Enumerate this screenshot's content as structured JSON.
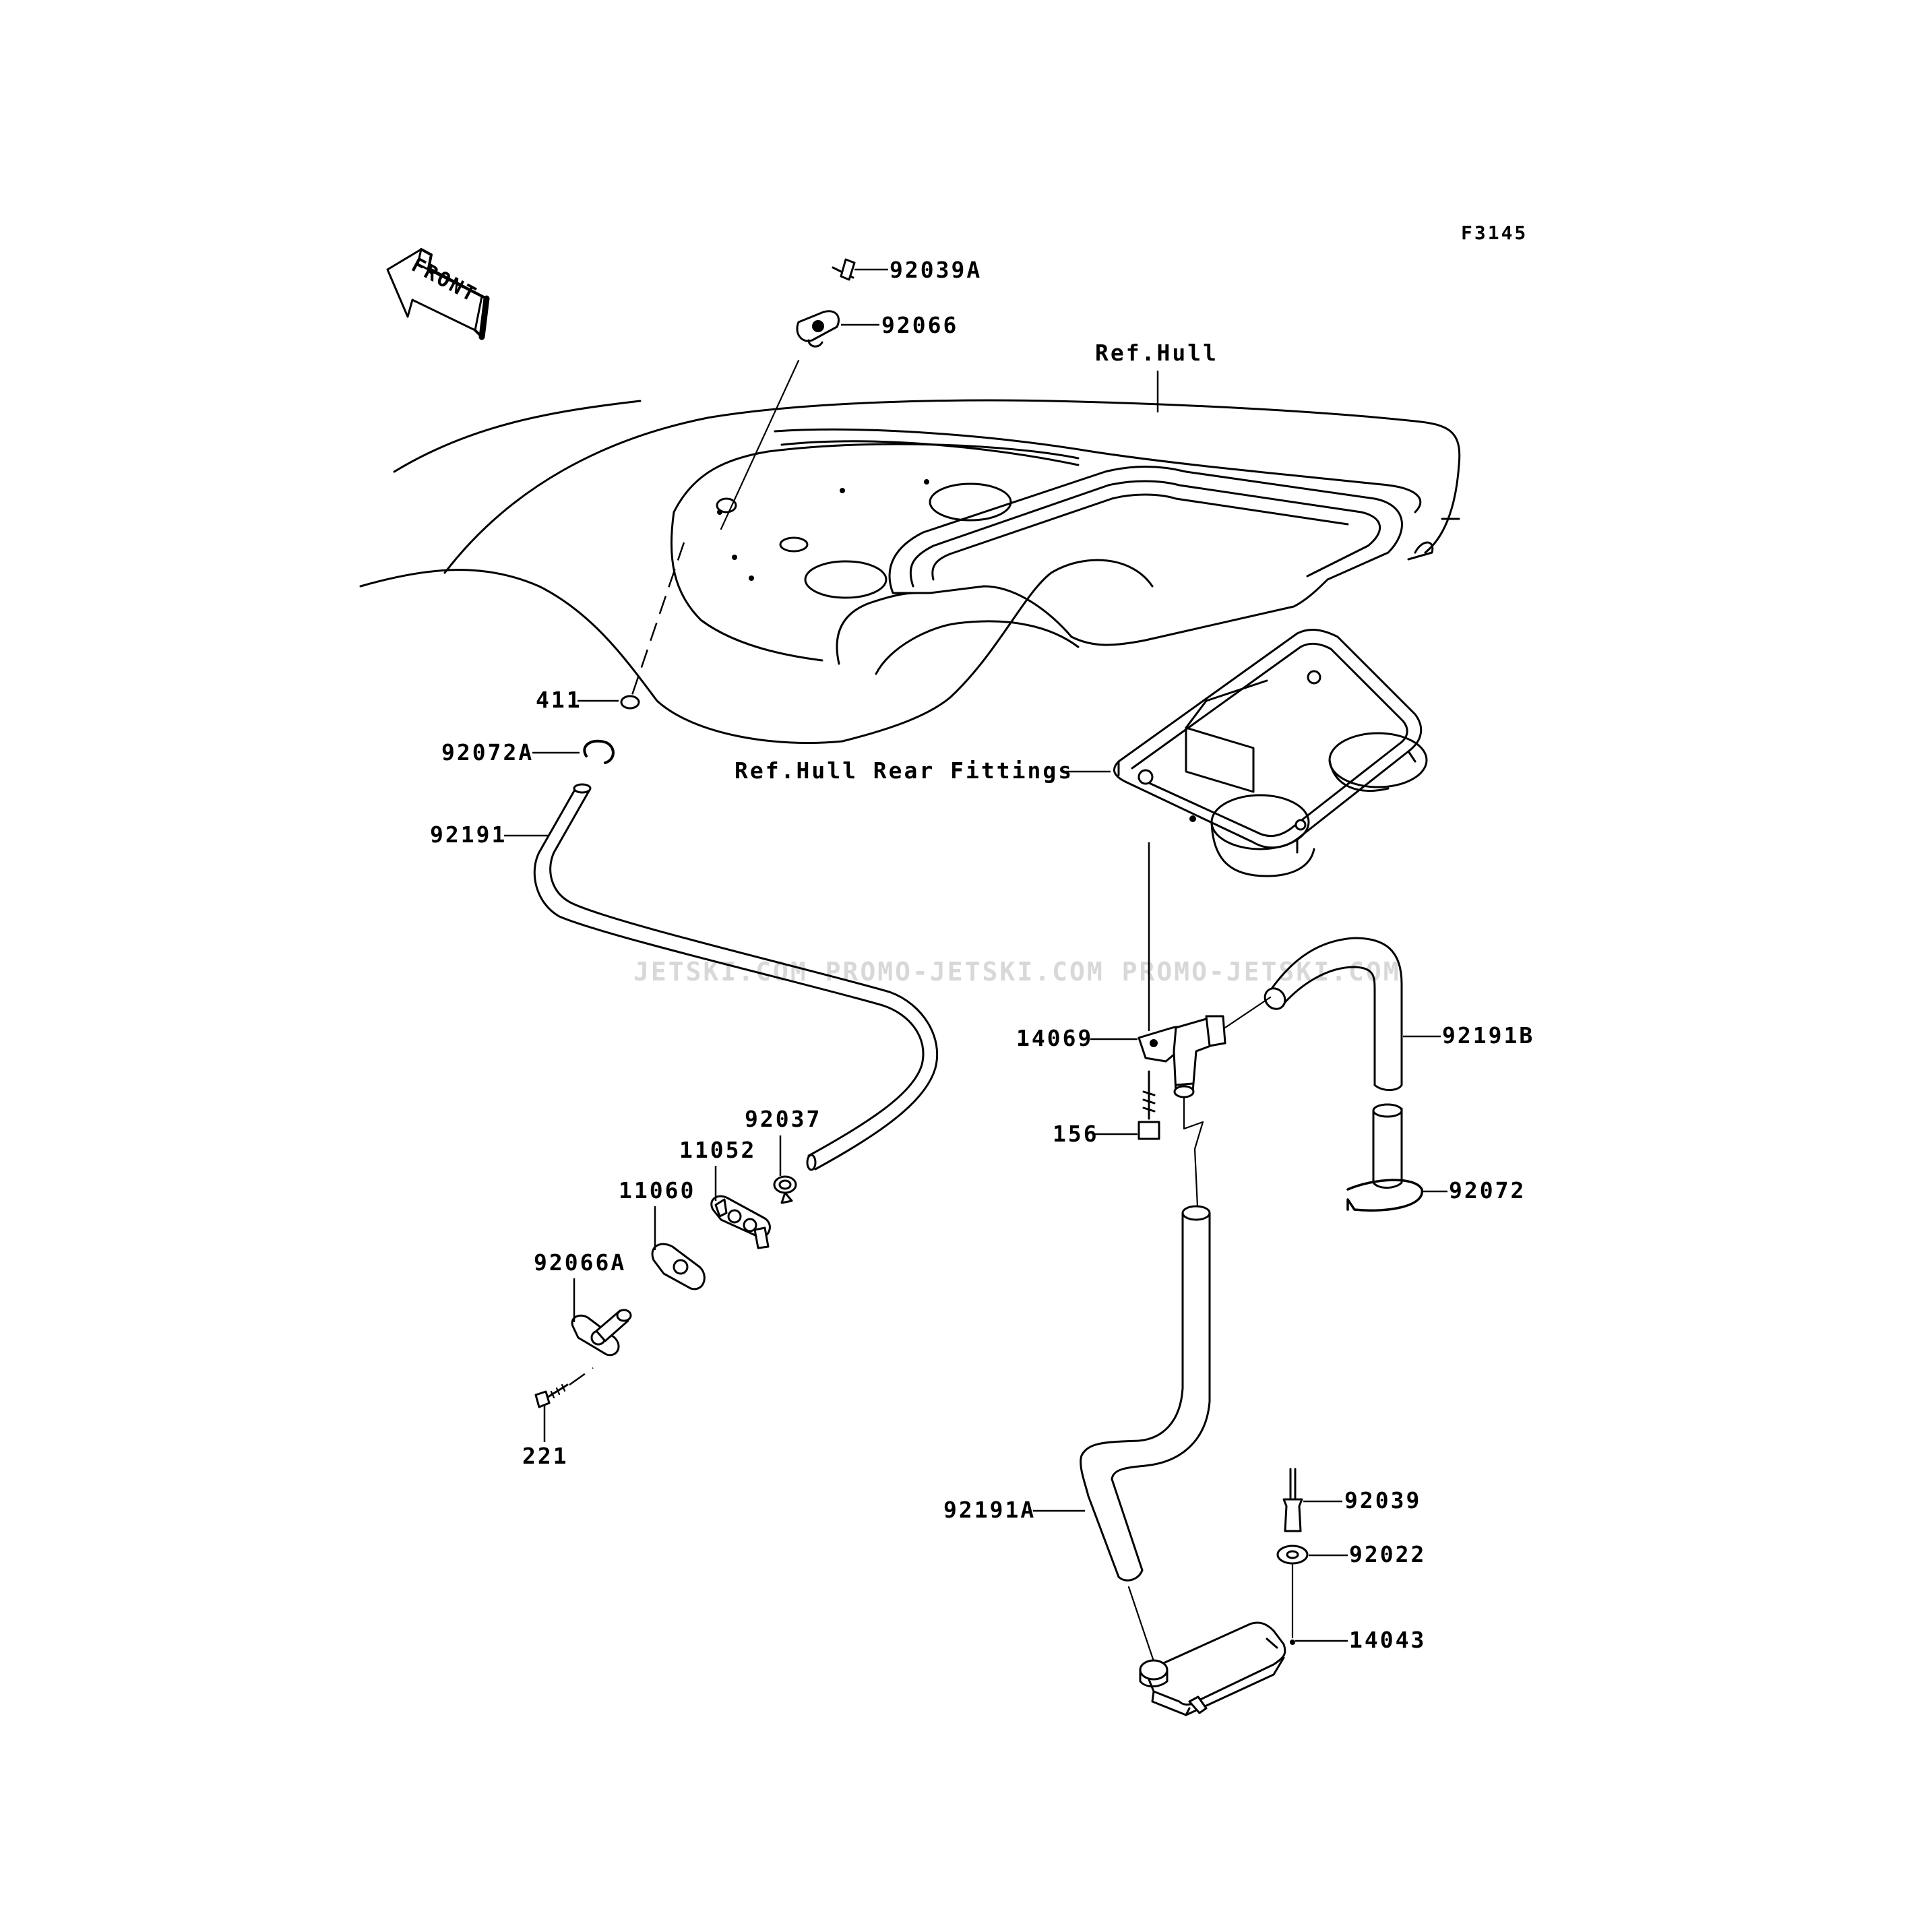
{
  "figure_code": "F3145",
  "front_arrow": {
    "label": "FRONT",
    "icon": "front-direction-arrow-icon"
  },
  "watermark": "JETSKI.COM  PROMO-JETSKI.COM  PROMO-JETSKI.COM",
  "labels": {
    "p92039A": "92039A",
    "p92066": "92066",
    "ref_hull": "Ref.Hull",
    "p411": "411",
    "p92072A": "92072A",
    "ref_hull_rear": "Ref.Hull Rear Fittings",
    "p92191": "92191",
    "p14069": "14069",
    "p92191B": "92191B",
    "p156": "156",
    "p92037": "92037",
    "p11052": "11052",
    "p11060": "11060",
    "p92072": "92072",
    "p92066A": "92066A",
    "p221": "221",
    "p92191A": "92191A",
    "p92039": "92039",
    "p92022": "92022",
    "p14043": "14043"
  }
}
